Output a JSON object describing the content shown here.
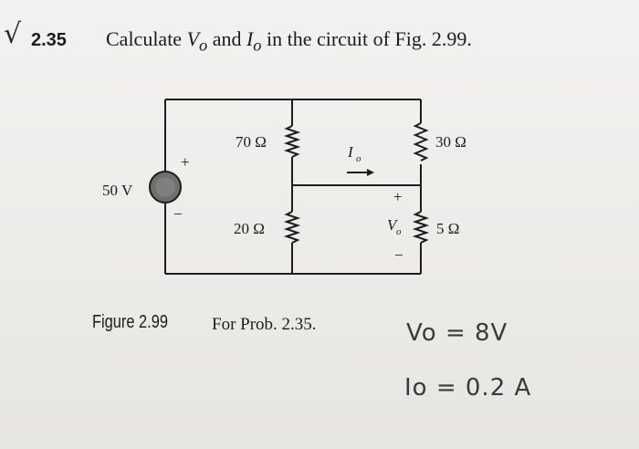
{
  "problem": {
    "check_mark": "√",
    "number": "2.35",
    "statement_prefix": "Calculate ",
    "vo_symbol": "V",
    "vo_subscript": "o",
    "and_word": " and ",
    "io_symbol": "I",
    "io_subscript": "o",
    "statement_suffix": " in the circuit of Fig. 2.99."
  },
  "circuit": {
    "source_label": "50 V",
    "source_plus": "+",
    "source_minus": "−",
    "r70": "70 Ω",
    "r20": "20 Ω",
    "r30": "30 Ω",
    "r5": "5 Ω",
    "io_label": "I",
    "io_sub": "o",
    "vo_label": "V",
    "vo_sub": "o",
    "vo_plus": "+",
    "vo_minus": "−"
  },
  "figure": {
    "label": "Figure 2.99",
    "caption": "For Prob. 2.35."
  },
  "handwritten": {
    "answer_vo": "Vo = 8V",
    "answer_io": "Io = 0.2 A"
  }
}
